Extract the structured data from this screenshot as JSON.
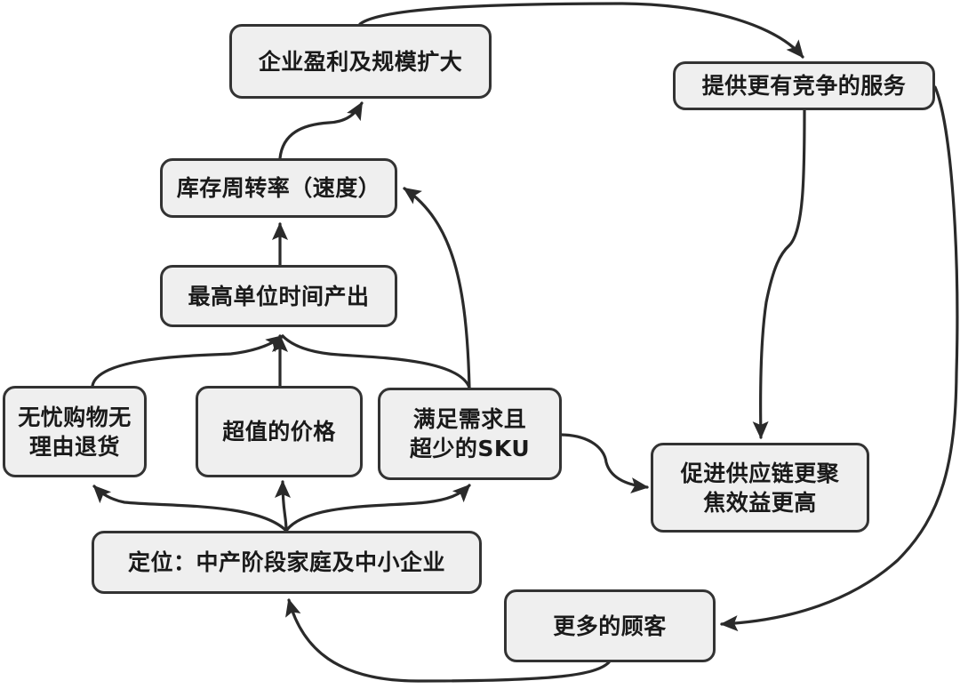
{
  "diagram": {
    "type": "flowchart",
    "colors": {
      "node_fill": "#efefef",
      "node_border": "#333333",
      "edge": "#2a2a2a",
      "text": "#1a1a1a"
    },
    "nodes": {
      "profit": {
        "lines": [
          "企业盈利及规模扩大"
        ]
      },
      "service": {
        "lines": [
          "提供更有竞争的服务"
        ]
      },
      "turnover": {
        "lines": [
          "库存周转率（速度）"
        ]
      },
      "output": {
        "lines": [
          "最高单位时间产出"
        ]
      },
      "noworry": {
        "lines": [
          "无忧购物无",
          "理由退货"
        ]
      },
      "value": {
        "lines": [
          "超值的价格"
        ]
      },
      "sku": {
        "lines": [
          "满足需求且",
          "超少的SKU"
        ]
      },
      "supply": {
        "lines": [
          "促进供应链更聚",
          "焦效益更高"
        ]
      },
      "position": {
        "lines": [
          "定位：中产阶段家庭及中小企业"
        ]
      },
      "customer": {
        "lines": [
          "更多的顾客"
        ]
      }
    },
    "edges": [
      {
        "from": "position",
        "to": "noworry"
      },
      {
        "from": "position",
        "to": "value"
      },
      {
        "from": "position",
        "to": "sku"
      },
      {
        "from": "noworry",
        "to": "output"
      },
      {
        "from": "value",
        "to": "output"
      },
      {
        "from": "sku",
        "to": "output"
      },
      {
        "from": "sku",
        "to": "turnover"
      },
      {
        "from": "sku",
        "to": "supply"
      },
      {
        "from": "output",
        "to": "turnover"
      },
      {
        "from": "turnover",
        "to": "profit"
      },
      {
        "from": "profit",
        "to": "service"
      },
      {
        "from": "service",
        "to": "supply"
      },
      {
        "from": "service",
        "to": "customer"
      },
      {
        "from": "customer",
        "to": "position"
      }
    ]
  }
}
